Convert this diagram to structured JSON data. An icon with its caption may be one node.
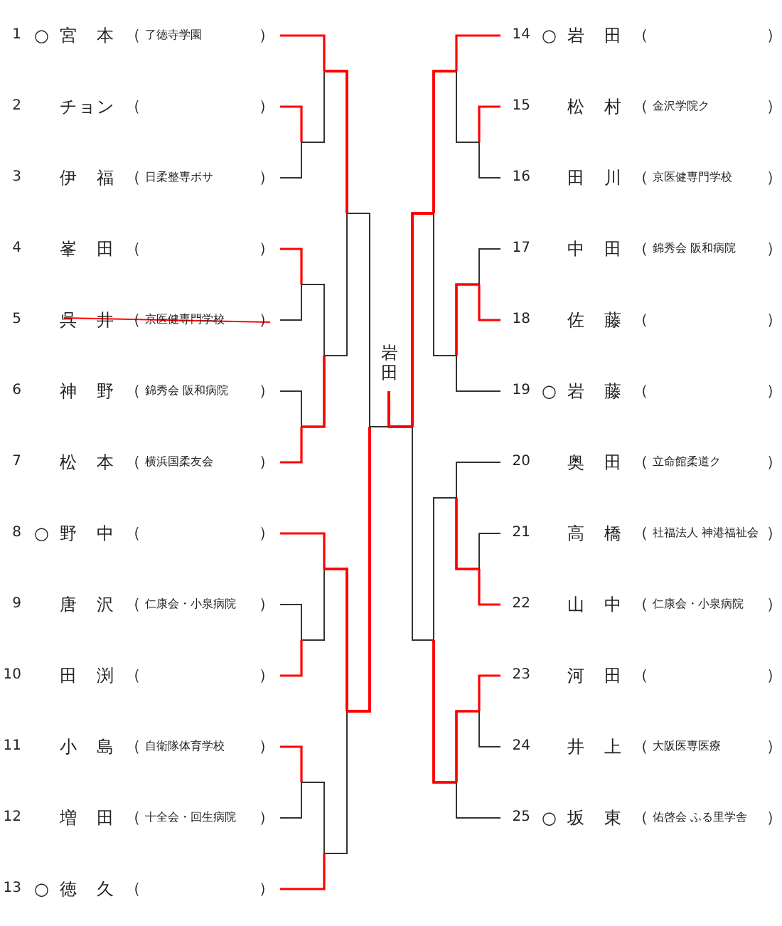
{
  "diagram": {
    "nodes": [
      {
        "text": [
          "1",
          "宮本",
          "（",
          "了徳寺学園",
          "）"
        ],
        "beside": [
          "○"
        ]
      },
      {
        "text": [
          "2",
          "チョン",
          "（",
          "）"
        ]
      },
      {
        "text": [
          "3",
          "伊福",
          "（",
          "日柔整専ボサ",
          "）"
        ]
      },
      {
        "text": [
          "4",
          "峯田",
          "（",
          "）"
        ]
      },
      {
        "text": [
          "5",
          "呉井",
          "（",
          "京医健専門学校",
          "）"
        ]
      },
      {
        "text": [
          "6",
          "神野",
          "（",
          "錦秀会 阪和病院",
          "）"
        ]
      },
      {
        "text": [
          "7",
          "松本",
          "（",
          "横浜国柔友会",
          "）"
        ]
      },
      {
        "text": [
          "8",
          "野中",
          "（",
          "）"
        ],
        "beside": [
          "○"
        ]
      },
      {
        "text": [
          "9",
          "唐沢",
          "（",
          "仁康会・小泉病院",
          "）"
        ]
      },
      {
        "text": [
          "10",
          "田渕",
          "（",
          "）"
        ]
      },
      {
        "text": [
          "11",
          "小島",
          "（",
          "自衛隊体育学校",
          "）"
        ]
      },
      {
        "text": [
          "12",
          "増田",
          "（",
          "十全会・回生病院",
          "）"
        ]
      },
      {
        "text": [
          "13",
          "徳久",
          "（",
          "）"
        ],
        "beside": [
          "○"
        ]
      },
      {
        "text": [
          "14",
          "岩田",
          "（",
          "）"
        ],
        "beside": [
          "○"
        ]
      },
      {
        "text": [
          "15",
          "松村",
          "（",
          "金沢学院ク",
          "）"
        ]
      },
      {
        "text": [
          "16",
          "田川",
          "（",
          "京医健専門学校",
          "）"
        ]
      },
      {
        "text": [
          "17",
          "中田",
          "（",
          "錦秀会 阪和病院",
          "）"
        ]
      },
      {
        "text": [
          "18",
          "佐藤",
          "（",
          "）"
        ]
      },
      {
        "text": [
          "19",
          "岩藤",
          "（",
          "）"
        ],
        "beside": [
          "○"
        ]
      },
      {
        "text": [
          "20",
          "奥田",
          "（",
          "立命館柔道ク",
          "）"
        ]
      },
      {
        "text": [
          "21",
          "高橋",
          "（",
          "社福法人 神港福祉会",
          "）"
        ]
      },
      {
        "text": [
          "22",
          "山中",
          "（",
          "仁康会・小泉病院",
          "）"
        ]
      },
      {
        "text": [
          "23",
          "河田",
          "（",
          "）"
        ]
      },
      {
        "text": [
          "24",
          "井上",
          "（",
          "大阪医専医療",
          "）"
        ]
      },
      {
        "text": [
          "25",
          "坂東",
          "（",
          "佑啓会 ふる里学舎",
          "）"
        ],
        "beside": [
          "○"
        ]
      },
      {
        "text": [
          "岩田"
        ]
      }
    ],
    "edges": [
      {
        "from": 0,
        "to": 25,
        "arrow": "none"
      },
      {
        "from": 1,
        "to": 25,
        "arrow": "none"
      },
      {
        "from": 2,
        "to": 25,
        "arrow": "none"
      },
      {
        "from": 3,
        "to": 25,
        "arrow": "none"
      },
      {
        "from": 4,
        "to": 25,
        "arrow": "none"
      },
      {
        "from": 5,
        "to": 25,
        "arrow": "none"
      },
      {
        "from": 6,
        "to": 25,
        "arrow": "none"
      },
      {
        "from": 7,
        "to": 25,
        "arrow": "none",
        "color": "#ff0000"
      },
      {
        "from": 8,
        "to": 25,
        "arrow": "none",
        "color": "#ff0000"
      },
      {
        "from": 9,
        "to": 25,
        "arrow": "none",
        "color": "#ff0000"
      },
      {
        "from": 10,
        "to": 25,
        "arrow": "none",
        "color": "#ff0000"
      },
      {
        "from": 11,
        "to": 25,
        "arrow": "none",
        "color": "#ff0000"
      },
      {
        "from": 12,
        "to": 25,
        "arrow": "none",
        "color": "#ff0000"
      },
      {
        "from": 13,
        "to": 25,
        "arrow": "none",
        "color": "#ff0000"
      },
      {
        "from": 14,
        "to": 25,
        "arrow": "none",
        "color": "#ff0000"
      },
      {
        "from": 15,
        "to": 25,
        "arrow": "none",
        "color": "#ff0000"
      },
      {
        "from": 16,
        "to": 25,
        "arrow": "none",
        "color": "#ff0000"
      },
      {
        "from": 17,
        "to": 25,
        "arrow": "none",
        "color": "#ff0000"
      },
      {
        "from": 18,
        "to": 25,
        "arrow": "none",
        "color": "#ff0000"
      },
      {
        "from": 19,
        "to": 25,
        "arrow": "none"
      },
      {
        "from": 20,
        "to": 25,
        "arrow": "none"
      },
      {
        "from": 21,
        "to": 25,
        "arrow": "none"
      },
      {
        "from": 22,
        "to": 25,
        "arrow": "none"
      },
      {
        "from": 23,
        "to": 25,
        "arrow": "none"
      },
      {
        "from": 24,
        "to": 25,
        "arrow": "none"
      }
    ]
  }
}
